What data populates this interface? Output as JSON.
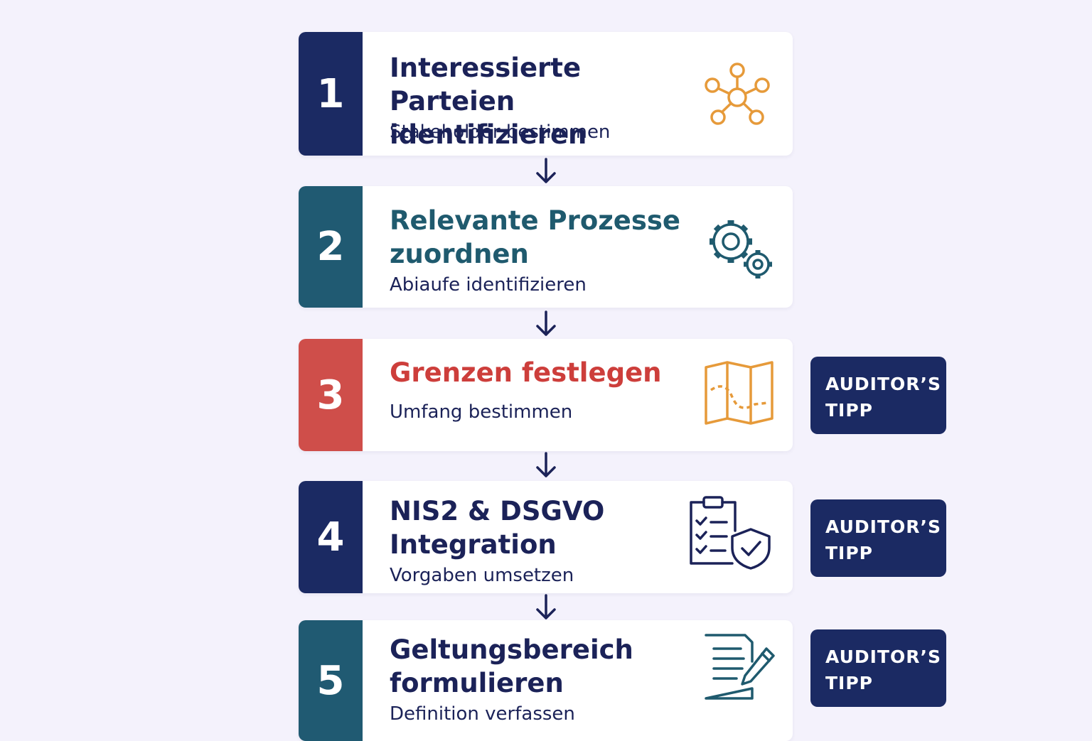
{
  "steps": [
    {
      "number": "1",
      "title": "Interessierte Parteien identifizieren",
      "subtitle": "Stakeholder bestimmen",
      "icon": "network-icon",
      "color": "#1b2a63",
      "title_color": "#1b2258"
    },
    {
      "number": "2",
      "title": "Relevante Prozesse zuordnen",
      "subtitle": "Abiaufe identifizieren",
      "icon": "gears-icon",
      "color": "#205a72",
      "title_color": "#1f5a6e"
    },
    {
      "number": "3",
      "title": "Grenzen festlegen",
      "subtitle": "Umfang bestimmen",
      "icon": "map-icon",
      "color": "#cf4e4a",
      "title_color": "#cd3e3b"
    },
    {
      "number": "4",
      "title": "NIS2 & DSGVO Integration",
      "subtitle": "Vorgaben umsetzen",
      "icon": "checklist-shield-icon",
      "color": "#1b2a63",
      "title_color": "#1b2258"
    },
    {
      "number": "5",
      "title": "Geltungsbereich formulieren",
      "subtitle": "Definition verfassen",
      "icon": "document-pen-icon",
      "color": "#205a72",
      "title_color": "#1b2258"
    }
  ],
  "tips": [
    {
      "line1": "AUDITOR’S",
      "line2": "TIPP"
    },
    {
      "line1": "AUDITOR’S",
      "line2": "TIPP"
    },
    {
      "line1": "AUDITOR’S",
      "line2": "TIPP"
    }
  ],
  "colors": {
    "background": "#f4f2fc",
    "navy": "#1b2a63",
    "teal": "#205a72",
    "red": "#cf4e4a",
    "orange": "#e69a3a"
  }
}
